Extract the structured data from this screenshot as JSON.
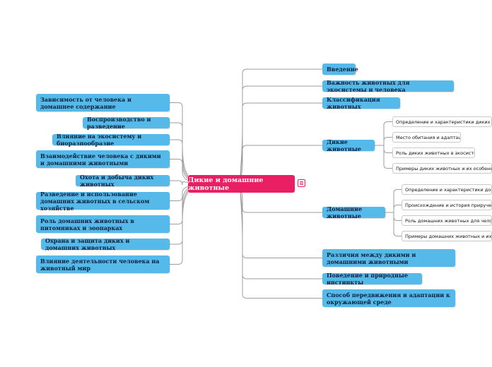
{
  "center": {
    "label": "Дикие и домашние животные",
    "menu_icon": "menu-lines-icon"
  },
  "left": [
    "Зависимость от человека и домашнее содержание",
    "Воспроизводство и разведение",
    "Влияние на экосистему и биоразнообразие",
    "Взаимодействие человека с дикими и домашними животными",
    "Охота и добыча диких животных",
    "Разведение и использование домашних животных в сельском хозяйстве",
    "Роль домашних животных в питомниках и зоопарках",
    "Охрана и защита диких и домашних животных",
    "Влияние деятельности человека на животный мир"
  ],
  "right": [
    "Введение",
    "Важность животных для экосистемы и человека",
    "Классификация животных",
    "Дикие животные",
    "Домашние животные",
    "Различия между дикими и домашними животными",
    "Поведение и природные инстинкты",
    "Способ передвижения и адаптации к окружающей среде"
  ],
  "wild_sub": [
    "Определение и характеристики диких животных",
    "Место обитания и адаптация",
    "Роль диких животных в экосистеме",
    "Примеры диких животных и их особенности"
  ],
  "domestic_sub": [
    "Определение и характеристики домашних животных",
    "Происхождение и история приручения",
    "Роль домашних животных для человека",
    "Примеры домашних животных и их использование"
  ],
  "colors": {
    "center": "#e91e63",
    "topic": "#55b9ea",
    "line": "#9e9e9e"
  }
}
